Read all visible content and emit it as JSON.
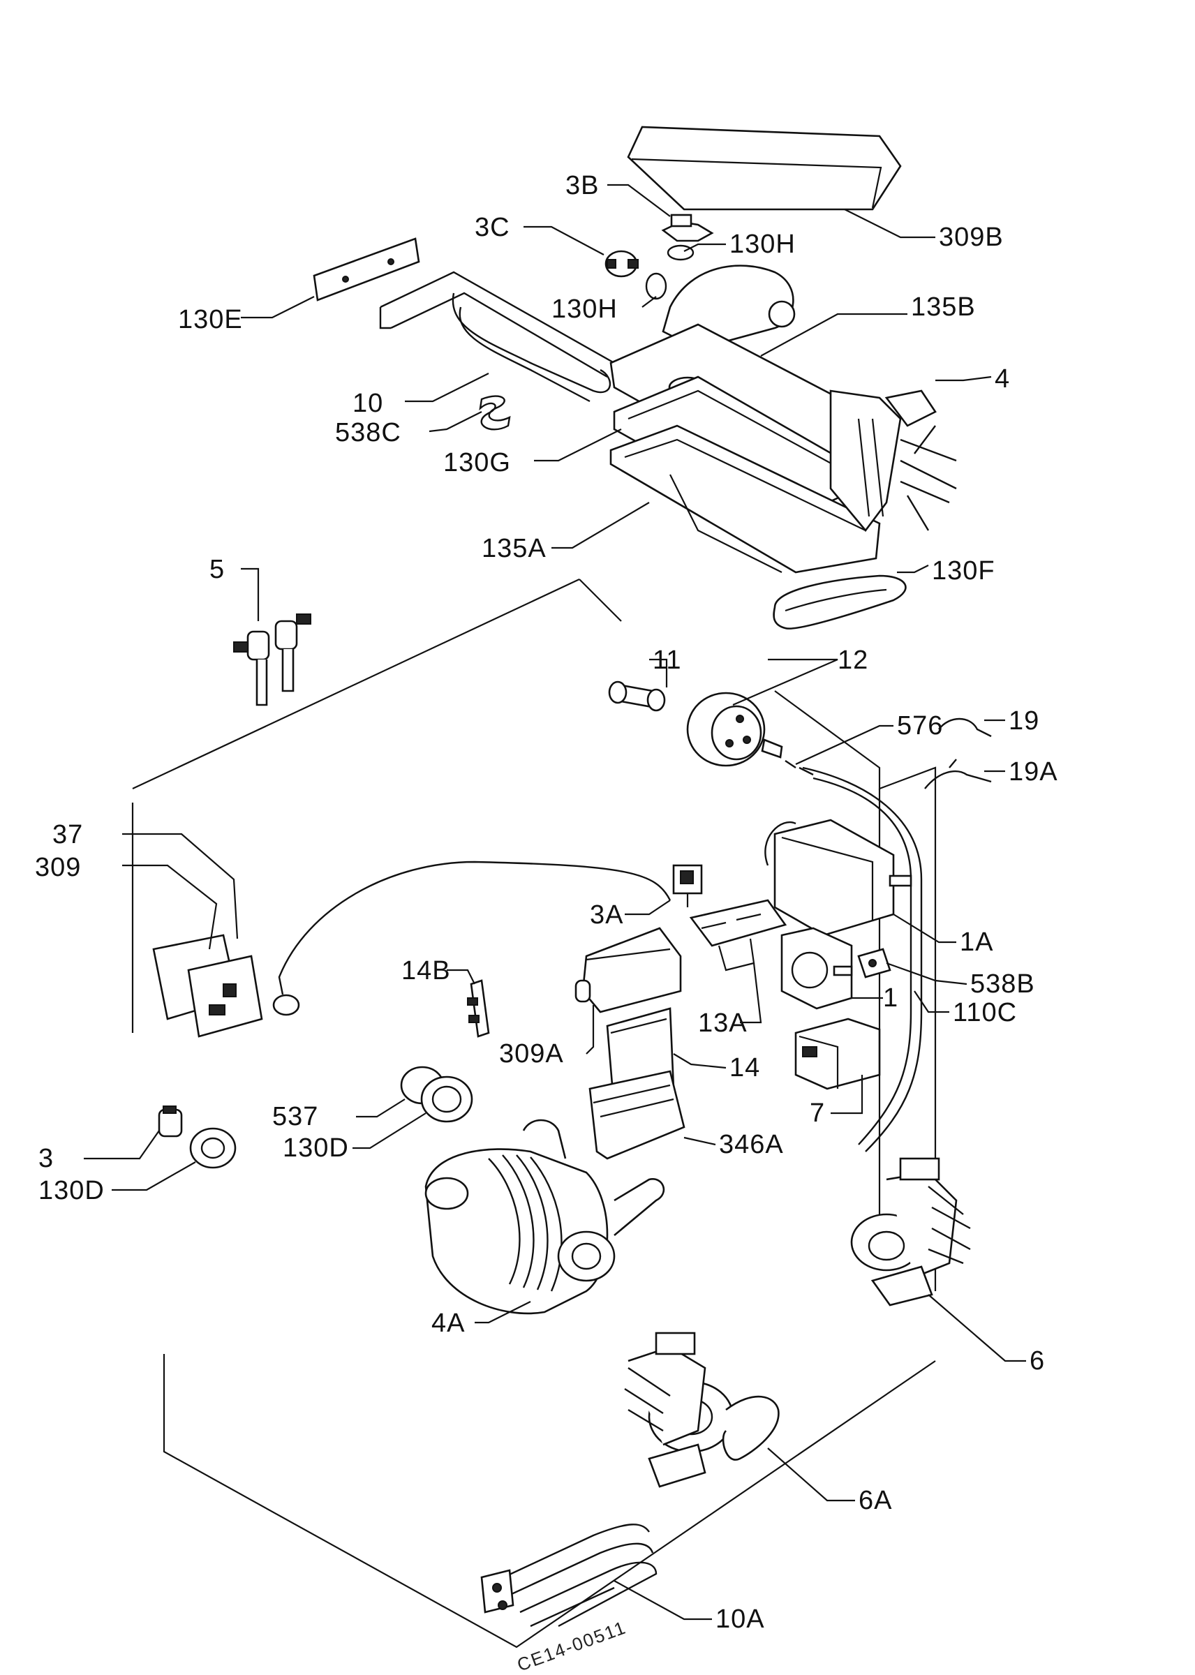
{
  "labels": {
    "l3B": "3B",
    "l309B": "309B",
    "l3C": "3C",
    "l130H_a": "130H",
    "l130H_b": "130H",
    "l130E": "130E",
    "l135B": "135B",
    "l4": "4",
    "l10": "10",
    "l538C": "538C",
    "l130G": "130G",
    "l135A": "135A",
    "l130F": "130F",
    "l5": "5",
    "l11": "11",
    "l12": "12",
    "l576": "576",
    "l19": "19",
    "l19A": "19A",
    "l37": "37",
    "l309": "309",
    "l3A": "3A",
    "l1A": "1A",
    "l14B": "14B",
    "l538B": "538B",
    "l1": "1",
    "l110C": "110C",
    "l13A": "13A",
    "l309A": "309A",
    "l14": "14",
    "l7": "7",
    "l537": "537",
    "l130D_a": "130D",
    "l3": "3",
    "l130D_b": "130D",
    "l346A": "346A",
    "l4A": "4A",
    "l6": "6",
    "l6A": "6A",
    "l10A": "10A"
  },
  "drawing_code": "CE14-00511"
}
